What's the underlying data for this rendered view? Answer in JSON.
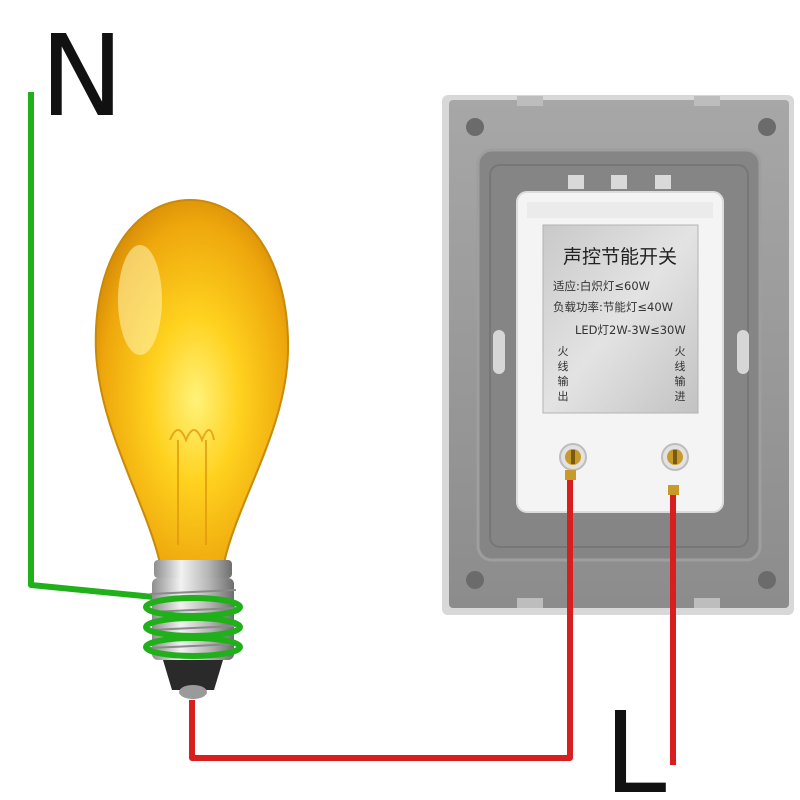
{
  "labels": {
    "neutral": "N",
    "live": "L"
  },
  "switch_label": {
    "title": "声控节能开关",
    "spec_line_1": "适应:白炽灯≤60W",
    "spec_line_2": "负载功率:节能灯≤40W",
    "spec_line_3": "LED灯2W-3W≤30W",
    "left_terminal": [
      "火",
      "线",
      "输",
      "出"
    ],
    "right_terminal": [
      "火",
      "线",
      "输",
      "进"
    ]
  },
  "colors": {
    "neutral_wire": "#1fb01a",
    "live_wire": "#d81e1e",
    "bulb_glass": "#f2b514",
    "plate": "#8a8a8a",
    "module": "#f4f4f4"
  },
  "icons": {
    "bulb": "light-bulb-icon",
    "switch": "wall-switch-back-icon"
  }
}
